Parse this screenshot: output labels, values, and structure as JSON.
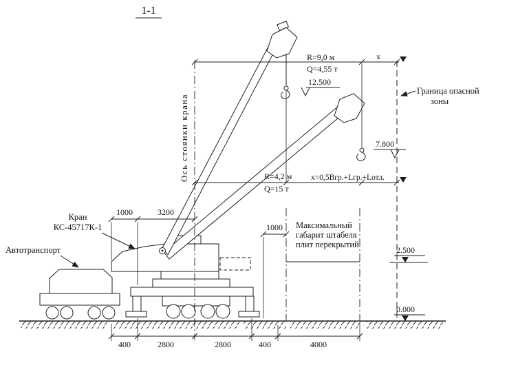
{
  "section_title": "1-1",
  "crane": {
    "axis_label": "Ось стоянки крана",
    "name_line1": "Кран",
    "name_line2": "КС-45717К-1"
  },
  "truck_label": "Автотранспорт",
  "danger_zone": {
    "line1": "Граница опасной",
    "line2": "зоны"
  },
  "stack_label": {
    "line1": "Максимальный",
    "line2": "габарит штабеля",
    "line3": "плит перекрытий"
  },
  "positions": {
    "pos1": {
      "radius": "R=9,0 м",
      "capacity": "Q=4,55 т",
      "hook_elevation": "12.500"
    },
    "pos2": {
      "radius": "R=4,2 м",
      "capacity": "Q=15 т",
      "hook_elevation": "7.800"
    }
  },
  "elevations": {
    "stack_top": "2.500",
    "ground": "0.000"
  },
  "x_label": "x",
  "x_formula": "x=0,5Вгр.+Lгр.+Lотл.",
  "dims": {
    "top_left": [
      "1000",
      "3200"
    ],
    "stack_clearance": "1000",
    "bottom": [
      "400",
      "2800",
      "2800",
      "400",
      "4000"
    ]
  },
  "colors": {
    "line": "#1e1e1e",
    "background": "#ffffff"
  }
}
